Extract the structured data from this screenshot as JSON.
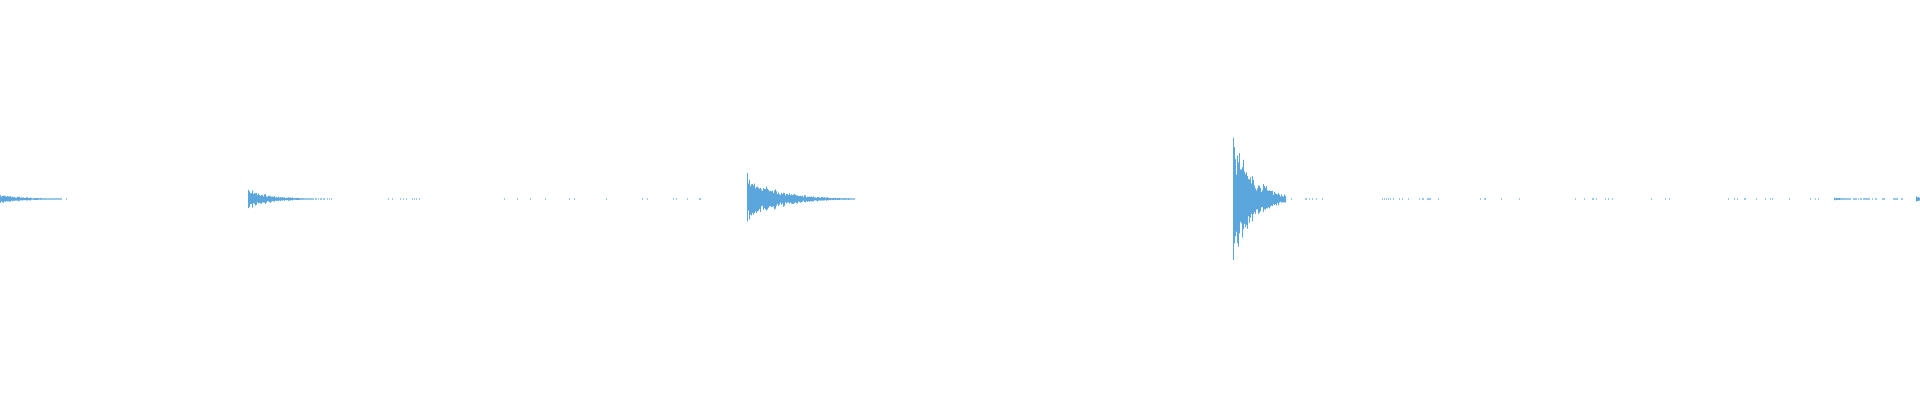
{
  "waveform": {
    "color": "#5aa6dd",
    "background": "#ffffff",
    "events": [
      {
        "time": 0.0,
        "amplitude": 0.03,
        "decay": 0.015,
        "noise_end": 0.034
      },
      {
        "time": 0.129,
        "amplitude": 0.07,
        "decay": 0.012,
        "noise_end": 0.172
      },
      {
        "time": 0.389,
        "amplitude": 0.17,
        "decay": 0.016,
        "noise_end": 0.444
      },
      {
        "time": 0.642,
        "amplitude": 0.47,
        "decay": 0.01,
        "noise_end": 0.668
      },
      {
        "time": 0.955,
        "amplitude": 0.01,
        "decay": 0.008,
        "noise_end": 0.99
      },
      {
        "time": 0.998,
        "amplitude": 0.02,
        "decay": 0.004,
        "noise_end": 1.0
      }
    ],
    "noise_floor": 0.003
  }
}
